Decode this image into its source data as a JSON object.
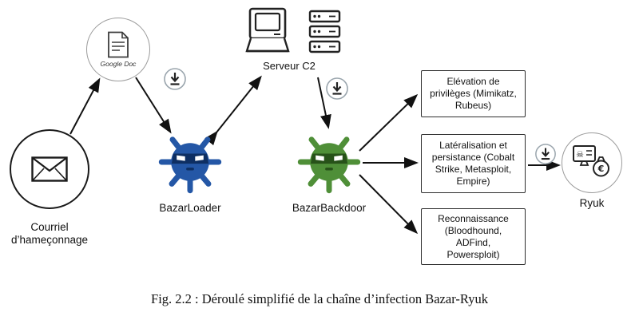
{
  "diagram": {
    "email": {
      "label": "Courriel\nd’hameçonnage"
    },
    "google_doc": {
      "label": "Google Doc"
    },
    "bazarloader": {
      "label": "BazarLoader",
      "color": "#2457a6",
      "band_color": "#0e2f63"
    },
    "serveur_c2": {
      "label": "Serveur C2"
    },
    "bazarbackdoor": {
      "label": "BazarBackdoor",
      "color": "#4f8f38",
      "band_color": "#275219"
    },
    "ryuk": {
      "label": "Ryuk",
      "euro_symbol": "€",
      "skull_symbol": "☠"
    },
    "boxes": [
      {
        "text": "Elévation de\nprivilèges (Mimikatz,\nRubeus)"
      },
      {
        "text": "Latéralisation et\npersistance (Cobalt\nStrike, Metasploit,\nEmpire)"
      },
      {
        "text": "Reconnaissance\n(Bloodhound,\nADFind,\nPowersploit)"
      }
    ],
    "caption": "Fig. 2.2 :  Déroulé simplifié de la chaîne d’infection Bazar-Ryuk"
  }
}
